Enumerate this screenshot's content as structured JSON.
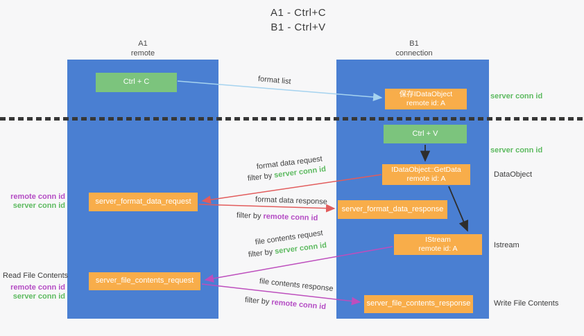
{
  "title": {
    "line1": "A1 - Ctrl+C",
    "line2": "B1 - Ctrl+V"
  },
  "lanes": {
    "left": {
      "name": "A1",
      "subtitle": "remote"
    },
    "right": {
      "name": "B1",
      "subtitle": "connection"
    }
  },
  "boxes": {
    "ctrl_c": {
      "label": "Ctrl + C"
    },
    "save_idataobject": {
      "line1": "保存IDataObject",
      "line2": "remote id: A"
    },
    "ctrl_v": {
      "label": "Ctrl + V"
    },
    "idataobject_getdata": {
      "line1": "IDataObject::GetData",
      "line2": "remote id: A"
    },
    "server_format_data_request": {
      "label": "server_format_data_request"
    },
    "server_format_data_response": {
      "label": "server_format_data_response"
    },
    "istream": {
      "line1": "IStream",
      "line2": "remote id: A"
    },
    "server_file_contents_request": {
      "label": "server_file_contents_request"
    },
    "server_file_contents_response": {
      "label": "server_file_contents_response"
    }
  },
  "flow_labels": {
    "format_list": "format list",
    "filter_by": "filter by",
    "format_data_request": "format data request",
    "format_data_request_filter": "server conn id",
    "format_data_response": "format data response",
    "format_data_response_filter": "remote conn id",
    "file_contents_request": "file contents request",
    "file_contents_request_filter": "server conn id",
    "file_contents_response": "file contents response",
    "file_contents_response_filter": "remote conn id"
  },
  "side_labels": {
    "server_conn_id_top": "server conn id",
    "server_conn_id_mid": "server conn id",
    "dataobject": "DataObject",
    "istream": "Istream",
    "write_file_contents": "Write File Contents",
    "read_file_contents": "Read File Contents",
    "format_pair_remote": "remote conn id",
    "format_pair_server": "server conn id",
    "file_pair_remote": "remote conn id",
    "file_pair_server": "server conn id"
  },
  "colors": {
    "background": "#f7f7f8",
    "lane_blue": "#4a7fd2",
    "box_orange": "#f8ad4a",
    "box_green": "#7cc47d",
    "arrow_red": "#e25c5c",
    "arrow_magenta": "#bd4ebd",
    "arrow_light_blue": "#a6d3ef",
    "arrow_black": "#2e2e2e",
    "text_green": "#5dba60",
    "text_purple": "#b44cc4",
    "text_dark": "#3b3b3b"
  }
}
